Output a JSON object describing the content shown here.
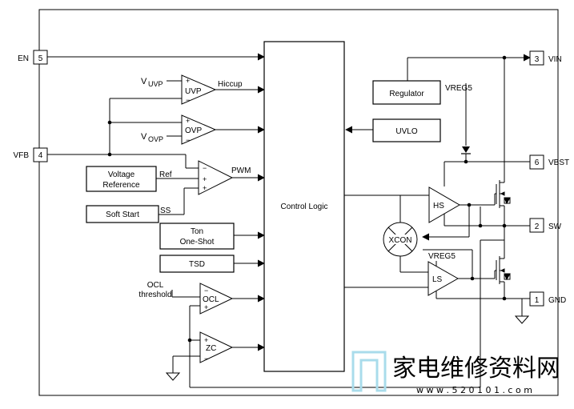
{
  "pins": {
    "en": {
      "name": "EN",
      "number": "5"
    },
    "vfb": {
      "name": "VFB",
      "number": "4"
    },
    "vin": {
      "name": "VIN",
      "number": "3"
    },
    "vbst": {
      "name": "VBST",
      "number": "6"
    },
    "sw": {
      "name": "SW",
      "number": "2"
    },
    "gnd": {
      "name": "GND",
      "number": "1"
    }
  },
  "blocks": {
    "control_logic": "Control Logic",
    "regulator": "Regulator",
    "uvlo": "UVLO",
    "voltage_reference_1": "Voltage",
    "voltage_reference_2": "Reference",
    "soft_start": "Soft Start",
    "ton_1": "Ton",
    "ton_2": "One-Shot",
    "tsd": "TSD",
    "xcon": "XCON"
  },
  "amplifiers": {
    "uvp": "UVP",
    "ovp": "OVP",
    "pwm": "",
    "ocl": "OCL",
    "zc": "ZC",
    "hs": "HS",
    "ls": "LS"
  },
  "labels": {
    "vuvp_v": "V",
    "vuvp_sub": "UVP",
    "vovp_v": "V",
    "vovp_sub": "OVP",
    "hiccup": "Hiccup",
    "pwm": "PWM",
    "ref": "Ref",
    "ss": "SS",
    "vreg5_top": "VREG5",
    "vreg5_ls": "VREG5",
    "ocl_1": "OCL",
    "ocl_2": "threshold",
    "plus": "+",
    "minus": "−"
  },
  "watermark": {
    "chinese": "家电维修资料网",
    "url": "w w w . 5 2 0 1 0 1 . c o m"
  },
  "colors": {
    "line": "#000000",
    "watermark": "#a9dceb"
  }
}
